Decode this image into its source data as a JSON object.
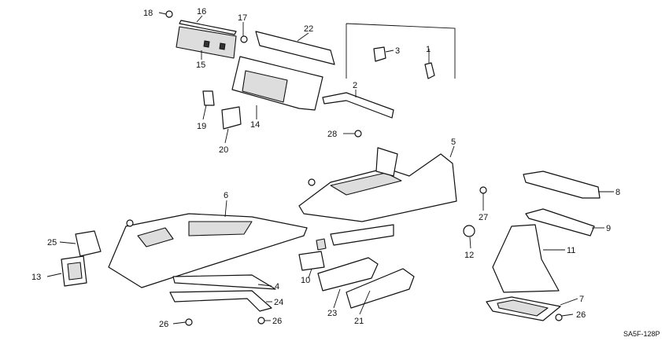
{
  "diagram_code": "SA5F-128P",
  "callouts": [
    "1",
    "2",
    "3",
    "4",
    "5",
    "6",
    "7",
    "8",
    "9",
    "10",
    "11",
    "12",
    "13",
    "14",
    "15",
    "16",
    "17",
    "18",
    "19",
    "20",
    "21",
    "22",
    "23",
    "24",
    "25",
    "26",
    "26",
    "26",
    "27",
    "28"
  ]
}
